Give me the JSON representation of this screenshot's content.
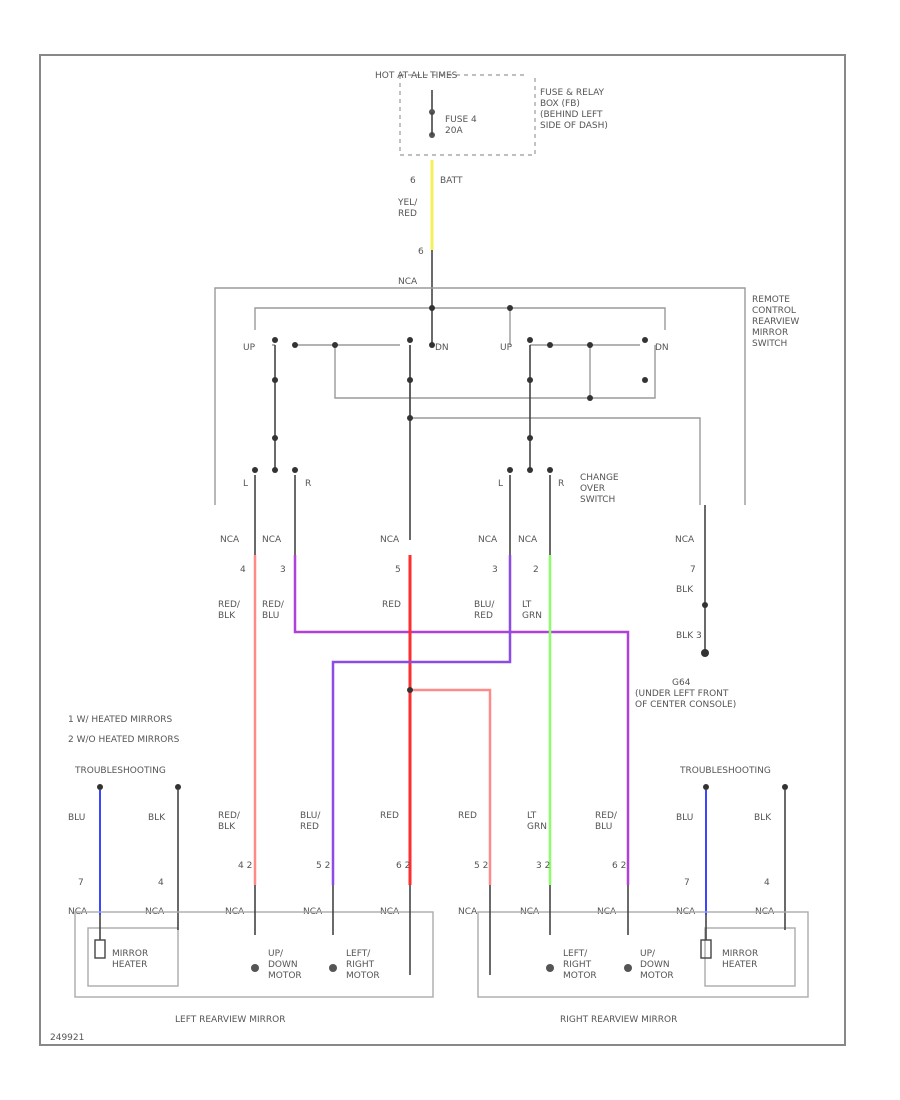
{
  "top": {
    "source": "HOT AT ALL TIMES",
    "fuse": "FUSE 4\n20A",
    "relay_box": "FUSE & RELAY\nBOX (FB)\n(BEHIND LEFT\nSIDE OF DASH)",
    "pin_num": "6",
    "pin_id": "BATT",
    "wire_color": "YEL/\nRED",
    "pin_num2": "6",
    "conn": "NCA"
  },
  "switch": {
    "title": "REMOTE\nCONTROL\nREARVIEW\nMIRROR\nSWITCH",
    "up_left": "UP",
    "dn_left": "DN",
    "up_right": "UP",
    "dn_right": "DN",
    "change_over": "CHANGE\nOVER\nSWITCH",
    "l1": "L",
    "r1": "R",
    "l2": "L",
    "r2": "R"
  },
  "connectors": [
    {
      "conn": "NCA",
      "pin": "4",
      "wire": "RED/\nBLK"
    },
    {
      "conn": "NCA",
      "pin": "3",
      "wire": "RED/\nBLU"
    },
    {
      "conn": "NCA",
      "pin": "5",
      "wire": "RED"
    },
    {
      "conn": "NCA",
      "pin": "3",
      "wire": "BLU/\nRED"
    },
    {
      "conn": "NCA",
      "pin": "2",
      "wire": "LT\nGRN"
    },
    {
      "conn": "NCA",
      "pin": "7",
      "wire": "BLK"
    }
  ],
  "ground": {
    "pin": "3",
    "wire": "BLK",
    "label": "G64\n(UNDER LEFT FRONT\nOF CENTER CONSOLE)"
  },
  "notes": [
    "1  W/ HEATED MIRRORS",
    "2  W/O HEATED MIRRORS"
  ],
  "left_mirror": {
    "title": "LEFT REARVIEW MIRROR",
    "trigger": "TROUBLESHOOTING",
    "heater": "MIRROR\nHEATER",
    "motor1": "UP/\nDOWN\nMOTOR",
    "motor2": "LEFT/\nRIGHT\nMOTOR",
    "wires": [
      "BLU",
      "BLK",
      "RED/\nBLK",
      "BLU/\nRED",
      "RED"
    ],
    "pins": [
      "7",
      "4",
      "4  2",
      "5  2",
      "6  2"
    ],
    "conns": [
      "NCA",
      "NCA",
      "NCA",
      "NCA",
      "NCA"
    ]
  },
  "right_mirror": {
    "title": "RIGHT REARVIEW MIRROR",
    "trigger": "TROUBLESHOOTING",
    "heater": "MIRROR\nHEATER",
    "motor1": "LEFT/\nRIGHT\nMOTOR",
    "motor2": "UP/\nDOWN\nMOTOR",
    "wires": [
      "RED",
      "LT\nGRN",
      "RED/\nBLU",
      "BLU",
      "BLK"
    ],
    "pins": [
      "5  2",
      "3  2",
      "6  2",
      "7",
      "4"
    ],
    "conns": [
      "NCA",
      "NCA",
      "NCA",
      "NCA",
      "NCA"
    ]
  },
  "footer_id": "249921",
  "colors": {
    "red": "#ff2d2d",
    "pink": "#ff8a8a",
    "purple": "#8c4be6",
    "violet": "#b041d8",
    "blue": "#3c46ff",
    "green": "#8aff6a",
    "yellow": "#f5f05a",
    "black": "#444444"
  }
}
